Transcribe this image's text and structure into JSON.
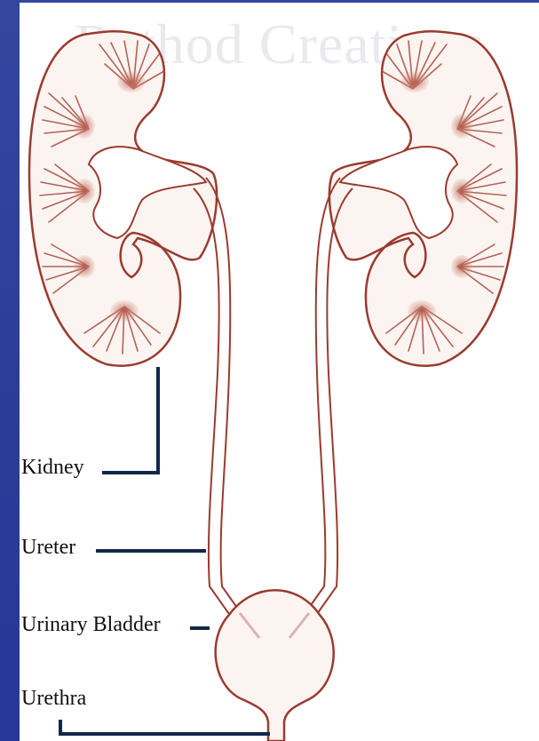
{
  "diagram": {
    "watermark": "Rathod Creations",
    "labels": {
      "kidney": "Kidney",
      "ureter": "Ureter",
      "urinary_bladder": "Urinary Bladder",
      "urethra": "Urethra"
    },
    "colors": {
      "background": "#2e3f9c",
      "panel": "#ffffff",
      "organ_fill": "#fbf4f1",
      "organ_stroke": "#9a3b30",
      "leader_line": "#12284a"
    }
  }
}
